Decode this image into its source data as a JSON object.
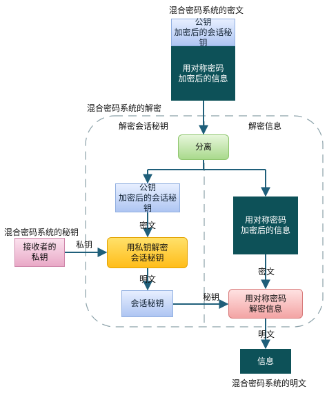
{
  "labels": {
    "top_ciphertext": "混合密码系统的密文",
    "hybrid_decrypt": "混合密码系统的解密",
    "decrypt_session_key": "解密会话秘钥",
    "decrypt_message": "解密信息",
    "hybrid_private_key": "混合密码系统的秘钥",
    "bottom_plaintext": "混合密码系统的明文"
  },
  "boxes": {
    "top_key": "公钥\n加密后的会话秘钥",
    "top_msg": "用对称密码\n加密后的信息",
    "separate": "分离",
    "mid_key": "公钥\n加密后的会话秘钥",
    "mid_msg": "用对称密码\n加密后的信息",
    "receiver_key": "接收者的\n私钥",
    "private_decrypt": "用私钥解密\n会话秘钥",
    "session_key": "会话秘钥",
    "sym_decrypt": "用对称密码\n解密信息",
    "message": "信息"
  },
  "arrow_labels": {
    "ciphertext_1": "密文",
    "private_key": "私钥",
    "plaintext_1": "明文",
    "secret_key": "秘钥",
    "ciphertext_2": "密文",
    "plaintext_2": "明文"
  },
  "colors": {
    "arrow": "#1f5f7a",
    "dashed_border": "#8aa0a8",
    "teal_box": "#0d5158"
  }
}
